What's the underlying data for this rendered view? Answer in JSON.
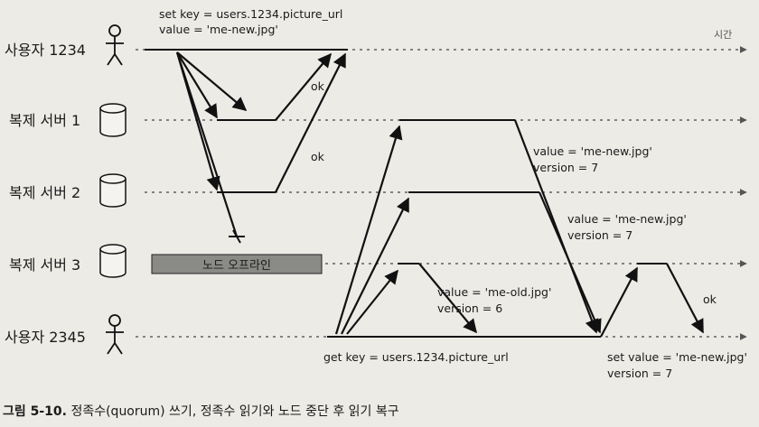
{
  "time_label": "시간",
  "rows": {
    "user1234": "사용자 1234",
    "replica1": "복제 서버 1",
    "replica2": "복제 서버 2",
    "replica3": "복제 서버 3",
    "user2345": "사용자 2345"
  },
  "offline_label": "노드 오프라인",
  "write_request": {
    "line1": "set key = users.1234.picture_url",
    "line2": "value = 'me-new.jpg'"
  },
  "ok_labels": {
    "ok1": "ok",
    "ok2": "ok",
    "ok3": "ok"
  },
  "replica1_response": {
    "line1": "value = 'me-new.jpg'",
    "line2": "version = 7"
  },
  "replica2_response": {
    "line1": "value = 'me-new.jpg'",
    "line2": "version = 7"
  },
  "replica3_response": {
    "line1": "value = 'me-old.jpg'",
    "line2": "version = 6"
  },
  "read_request": "get key = users.1234.picture_url",
  "read_repair": {
    "line1": "set value = 'me-new.jpg'",
    "line2": "version = 7"
  },
  "caption": {
    "number": "그림 5-10.",
    "text": " 정족수(quorum) 쓰기, 정족수 읽기와 노드 중단 후 읽기 복구"
  }
}
